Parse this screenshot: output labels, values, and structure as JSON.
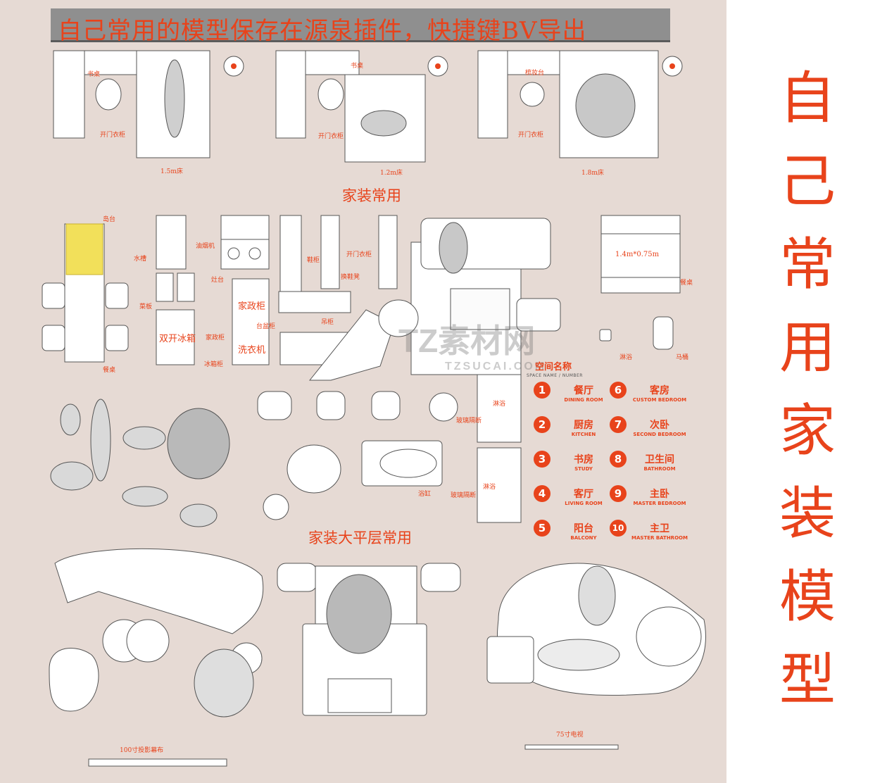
{
  "banner": {
    "text": "自己常用的模型保存在源泉插件，快捷键BV导出"
  },
  "sections": {
    "home_common": "家装常用",
    "large_flat_common": "家装大平层常用"
  },
  "bedroom_labels": {
    "desk_1": "书桌",
    "wardrobe_1": "开门衣柜",
    "bed_1": "1.5m床",
    "desk_2": "书桌",
    "wardrobe_2": "开门衣柜",
    "bed_2": "1.2m床",
    "vanity_3": "梳妆台",
    "wardrobe_3": "开门衣柜",
    "bed_3": "1.8m床"
  },
  "kitchen_labels": {
    "island": "岛台",
    "sink": "水槽",
    "hood": "油烟机",
    "cooktop": "灶台",
    "shoe_rack": "鞋柜",
    "wardrobe": "开门衣柜",
    "shoe_change_bench": "换鞋凳",
    "cutting_board": "菜板",
    "household_cabinet_a": "家政柜",
    "household_cabinet_b": "家政柜",
    "washing_machine": "洗衣机",
    "double_door_fridge": "双开冰箱",
    "fridge_cabinet": "冰箱柜",
    "basin": "台盆柜",
    "hanging_cabinet": "吊柜",
    "dining_table_left": "餐桌",
    "dining_table_right": "餐桌",
    "table_size": "1.4m*0.75m",
    "shower": "淋浴",
    "toilet": "马桶"
  },
  "bath_labels": {
    "shower_left": "淋浴",
    "glass_partition": "玻璃隔断",
    "bathtub": "浴缸",
    "glass_partition_2": "玻璃隔断",
    "shower_right": "淋浴"
  },
  "bottom_labels": {
    "projection_screen": "100寸投影幕布",
    "tv": "75寸电视"
  },
  "space_names": {
    "heading": "空间名称",
    "subheading": "SPACE NAME / NUMBER",
    "rooms": [
      {
        "num": "1",
        "cn": "餐厅",
        "en": "DINING ROOM"
      },
      {
        "num": "2",
        "cn": "厨房",
        "en": "KITCHEN"
      },
      {
        "num": "3",
        "cn": "书房",
        "en": "STUDY"
      },
      {
        "num": "4",
        "cn": "客厅",
        "en": "LIVING ROOM"
      },
      {
        "num": "5",
        "cn": "阳台",
        "en": "BALCONY"
      },
      {
        "num": "6",
        "cn": "客房",
        "en": "CUSTOM BEDROOM"
      },
      {
        "num": "7",
        "cn": "次卧",
        "en": "SECOND BEDROOM"
      },
      {
        "num": "8",
        "cn": "卫生间",
        "en": "BATHROOM"
      },
      {
        "num": "9",
        "cn": "主卧",
        "en": "MASTER BEDROOM"
      },
      {
        "num": "10",
        "cn": "主卫",
        "en": "MASTER BATHROOM"
      }
    ]
  },
  "watermark": {
    "brand": "TZ素材网",
    "domain": "TZSUCAI.COM"
  },
  "sidebar": {
    "title_chars": [
      "自",
      "己",
      "常",
      "用",
      "家",
      "装",
      "模",
      "型"
    ]
  },
  "colors": {
    "accent": "#e8431b",
    "canvas_bg": "#e6dad4",
    "banner_bg": "#8f8f8f"
  }
}
